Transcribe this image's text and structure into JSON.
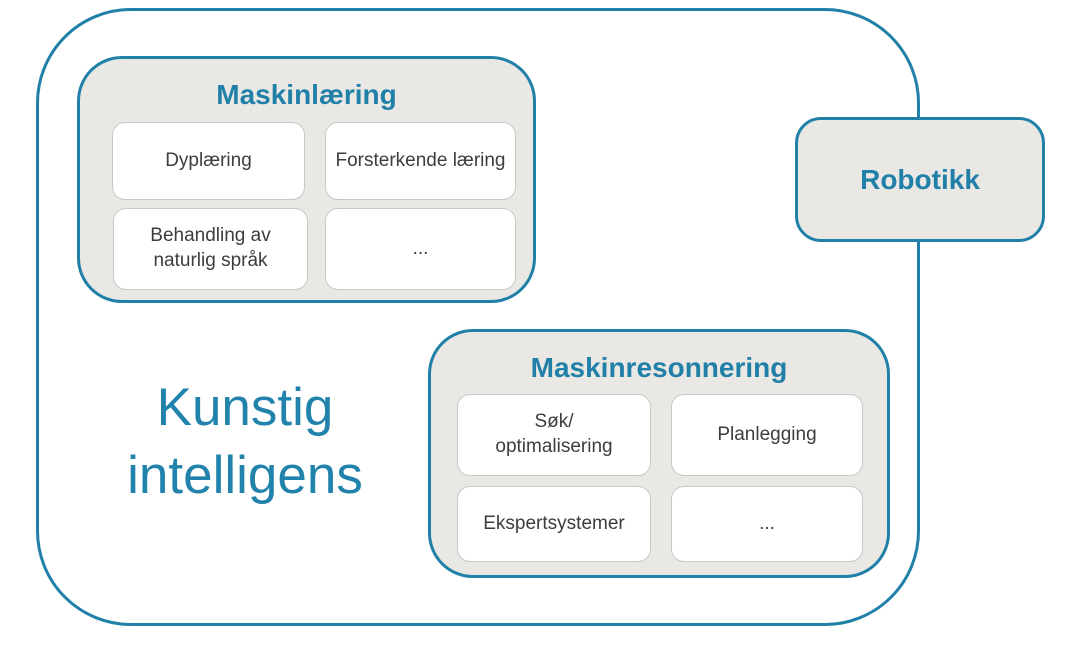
{
  "colors": {
    "accent_blue": "#2180A8",
    "title_text_blue": "#2183AC",
    "group_fill_gray": "#E9E8E4",
    "card_border_gray": "#C9C8C5",
    "card_text_gray": "#3D3D3D",
    "background": "#FFFFFF"
  },
  "diagram": {
    "root": {
      "label": "Kunstig intelligens"
    },
    "groups": [
      {
        "id": "maskinlaering",
        "title": "Maskinlæring",
        "items": [
          "Dyplæring",
          "Forsterkende læring",
          "Behandling av naturlig språk",
          "..."
        ]
      },
      {
        "id": "maskinresonnering",
        "title": "Maskinresonnering",
        "items": [
          "Søk/\noptimalisering",
          "Planlegging",
          "Ekspertsystemer",
          "..."
        ]
      }
    ],
    "side_node": {
      "label": "Robotikk"
    }
  }
}
